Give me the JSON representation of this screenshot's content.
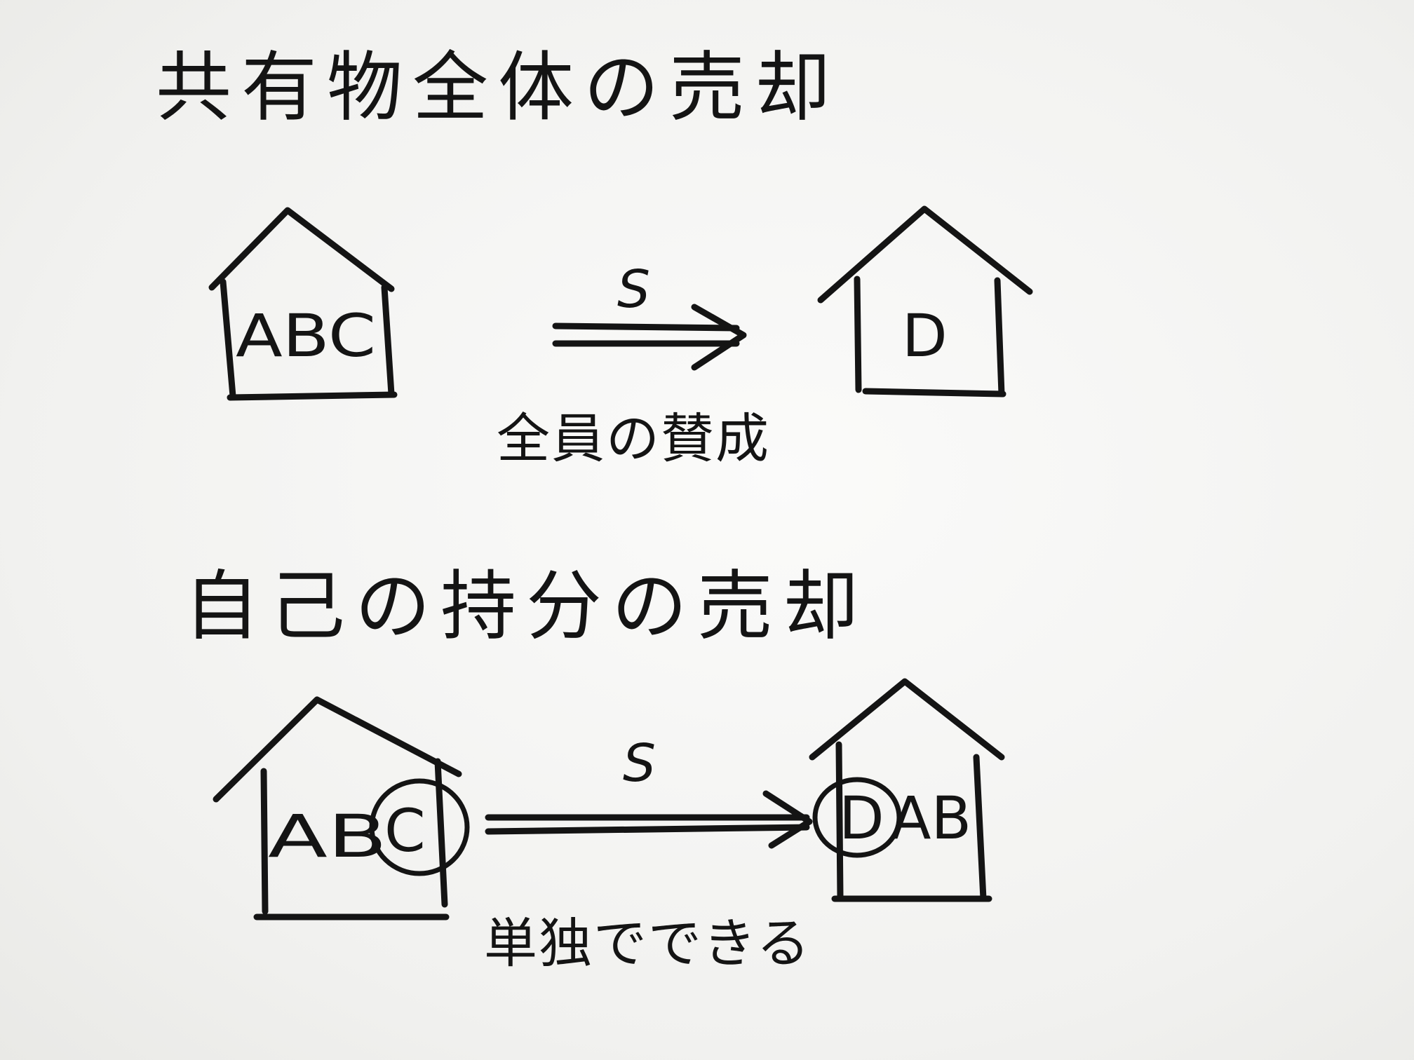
{
  "ink_color": "#141414",
  "paper_color": "#f4f4f2",
  "section_1": {
    "heading": "共有物全体の売却",
    "house_left_label": "ABC",
    "seller_label": "S",
    "house_right_label": "D",
    "condition": "全員の賛成"
  },
  "section_2": {
    "heading": "自己の持分の売却",
    "house_left_label": "ABC",
    "circled_owner": "C",
    "seller_label": "S",
    "house_right_new_owner": "D",
    "house_right_other_owners": "AB",
    "condition": "単独でできる"
  }
}
